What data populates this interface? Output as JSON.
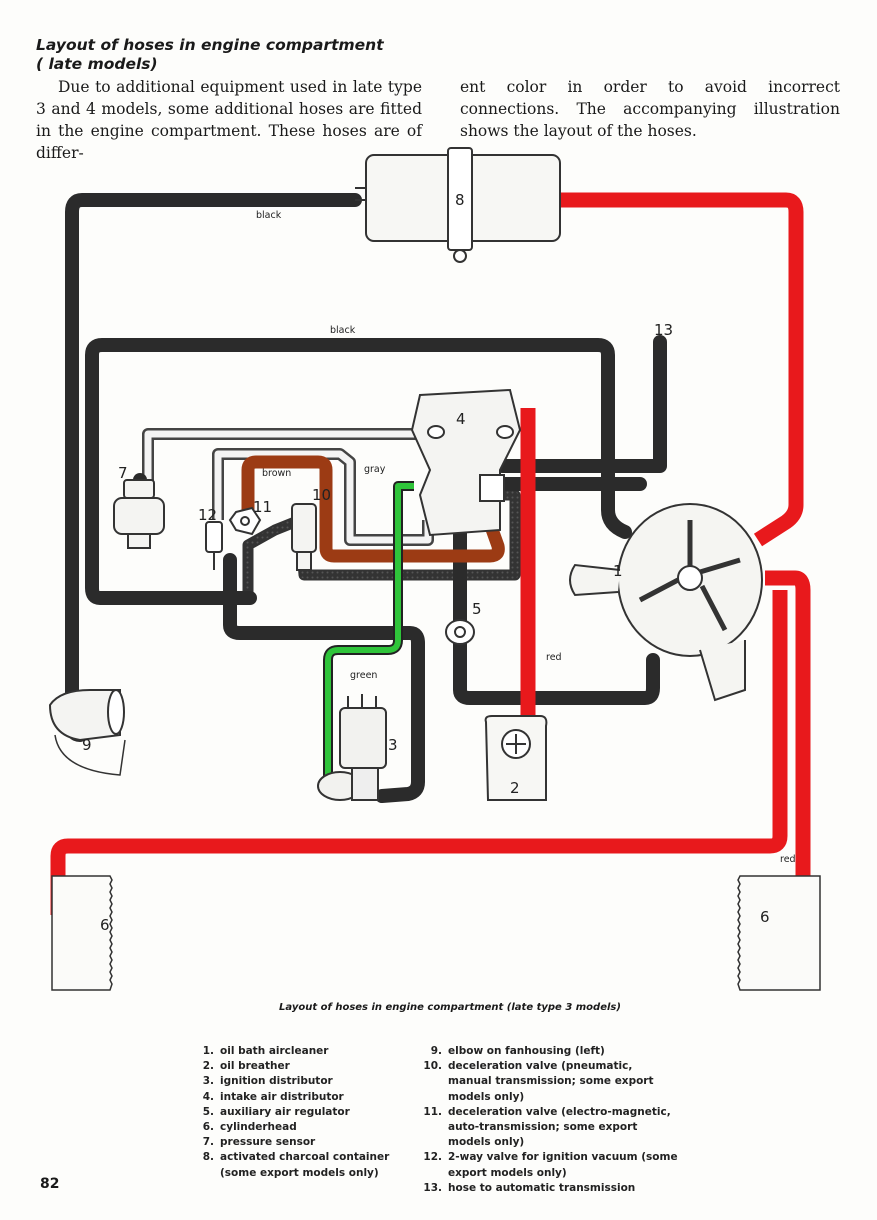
{
  "heading": {
    "line1": "Layout of hoses in engine compartment",
    "line2": "( late models)"
  },
  "intro": {
    "col1": "Due to additional equipment used in late type 3 and 4 models, some additional hoses are fitted in the engine compartment. These hoses are of differ-",
    "col2": "ent color in order to avoid incorrect connections. The accompanying illustration shows the layout of the hoses."
  },
  "diagram": {
    "hose_labels": {
      "black_top": "black",
      "black_mid": "black",
      "brown": "brown",
      "gray": "gray",
      "green": "green",
      "red_mid": "red",
      "red_bottom": "red"
    },
    "part_numbers": [
      "1",
      "2",
      "3",
      "4",
      "5",
      "6",
      "6",
      "7",
      "8",
      "9",
      "10",
      "11",
      "12",
      "13"
    ],
    "colors": {
      "red": "#e8191c",
      "black": "#2b2b2b",
      "brown": "#9c3b14",
      "green": "#2fc43a",
      "gray": "#9a9a9a"
    },
    "caption": "Layout of hoses in engine compartment (late type 3 models)"
  },
  "legend": {
    "left": [
      {
        "num": "1.",
        "text": "oil bath aircleaner"
      },
      {
        "num": "2.",
        "text": "oil breather"
      },
      {
        "num": "3.",
        "text": "ignition distributor"
      },
      {
        "num": "4.",
        "text": "intake air distributor"
      },
      {
        "num": "5.",
        "text": "auxiliary air regulator"
      },
      {
        "num": "6.",
        "text": "cylinderhead"
      },
      {
        "num": "7.",
        "text": "pressure sensor"
      },
      {
        "num": "8.",
        "text": "activated charcoal container (some export models only)"
      }
    ],
    "right": [
      {
        "num": "9.",
        "text": "elbow on fanhousing (left)"
      },
      {
        "num": "10.",
        "text": "deceleration valve (pneumatic, manual transmission; some export models only)"
      },
      {
        "num": "11.",
        "text": "deceleration valve (electro-magnetic, auto-transmission; some export models only)"
      },
      {
        "num": "12.",
        "text": "2-way valve for ignition vacuum (some export models only)"
      },
      {
        "num": "13.",
        "text": "hose to automatic transmission"
      }
    ]
  },
  "page_number": "82"
}
